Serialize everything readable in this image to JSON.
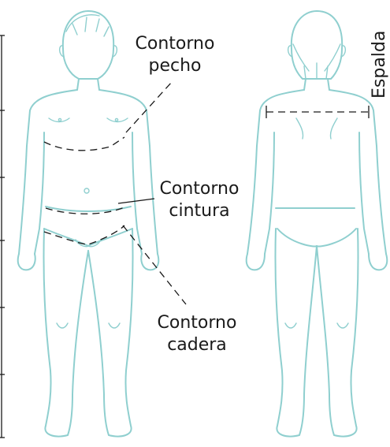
{
  "labels": {
    "chest_line1": "Contorno",
    "chest_line2": "pecho",
    "waist_line1": "Contorno",
    "waist_line2": "cintura",
    "hip_line1": "Contorno",
    "hip_line2": "cadera",
    "back": "Espalda"
  },
  "colors": {
    "figure_outline": "#8fcfcf",
    "measure_line": "#1a1a1a",
    "text": "#1a1a1a"
  }
}
